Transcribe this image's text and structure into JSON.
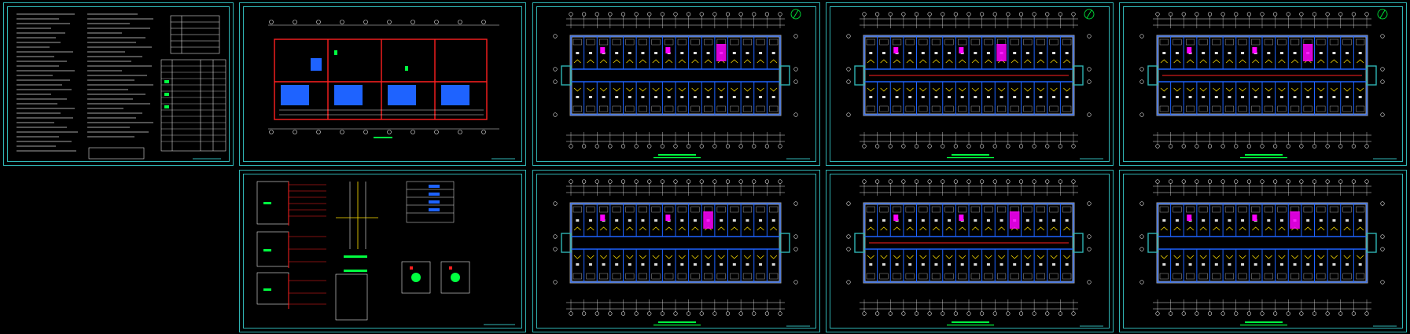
{
  "colors": {
    "background": "#000000",
    "frame": "#2fb3b3",
    "wall_blue": "#1e63ff",
    "wall_grey": "#a0a0a0",
    "fixture_yellow": "#ffe000",
    "accent_magenta": "#ff00ff",
    "pipe_red": "#ff2020",
    "label_green": "#00ff40",
    "grid_white": "#e8e8e8"
  },
  "sheets": [
    {
      "id": "notes",
      "kind": "design-notes"
    },
    {
      "id": "section",
      "kind": "building-section"
    },
    {
      "id": "plan-1",
      "kind": "floor-plan"
    },
    {
      "id": "plan-2",
      "kind": "floor-plan"
    },
    {
      "id": "plan-3",
      "kind": "floor-plan"
    },
    {
      "id": "system",
      "kind": "pipe-system-diagram"
    },
    {
      "id": "plan-4",
      "kind": "floor-plan"
    },
    {
      "id": "plan-5",
      "kind": "floor-plan"
    },
    {
      "id": "plan-6",
      "kind": "floor-plan"
    }
  ]
}
